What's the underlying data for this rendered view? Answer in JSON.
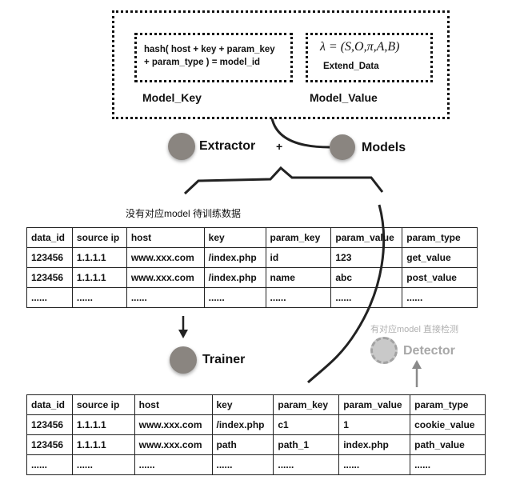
{
  "model_box": {
    "key_formula_line1": "hash( host + key + param_key",
    "key_formula_line2": "+ param_type ) = model_id",
    "value_formula": "λ = (S,O,π,A,B)",
    "value_extra": "Extend_Data",
    "key_label": "Model_Key",
    "value_label": "Model_Value"
  },
  "nodes": {
    "extractor": "Extractor",
    "plus": "+",
    "models": "Models",
    "trainer": "Trainer",
    "detector": "Detector"
  },
  "captions": {
    "no_model": "没有对应model 待训练数据",
    "has_model": "有对应model 直接检测"
  },
  "colors": {
    "node_fill": "#8a8580",
    "ghost_fill": "#c9c9c9",
    "ghost_text": "#a8a8a8",
    "line": "#222222"
  },
  "table_training": {
    "headers": [
      "data_id",
      "source ip",
      "host",
      "key",
      "param_key",
      "param_value",
      "param_type"
    ],
    "rows": [
      [
        "123456",
        "1.1.1.1",
        "www.xxx.com",
        "/index.php",
        "id",
        "123",
        "get_value"
      ],
      [
        "123456",
        "1.1.1.1",
        "www.xxx.com",
        "/index.php",
        "name",
        "abc",
        "post_value"
      ],
      [
        "......",
        "......",
        "......",
        "......",
        "......",
        "......",
        "......"
      ]
    ]
  },
  "table_detect": {
    "headers": [
      "data_id",
      "source ip",
      "host",
      "key",
      "param_key",
      "param_value",
      "param_type"
    ],
    "rows": [
      [
        "123456",
        "1.1.1.1",
        "www.xxx.com",
        "/index.php",
        "c1",
        "1",
        "cookie_value"
      ],
      [
        "123456",
        "1.1.1.1",
        "www.xxx.com",
        "path",
        "path_1",
        "index.php",
        "path_value"
      ],
      [
        "......",
        "......",
        "......",
        "......",
        "......",
        "......",
        "......"
      ]
    ]
  }
}
